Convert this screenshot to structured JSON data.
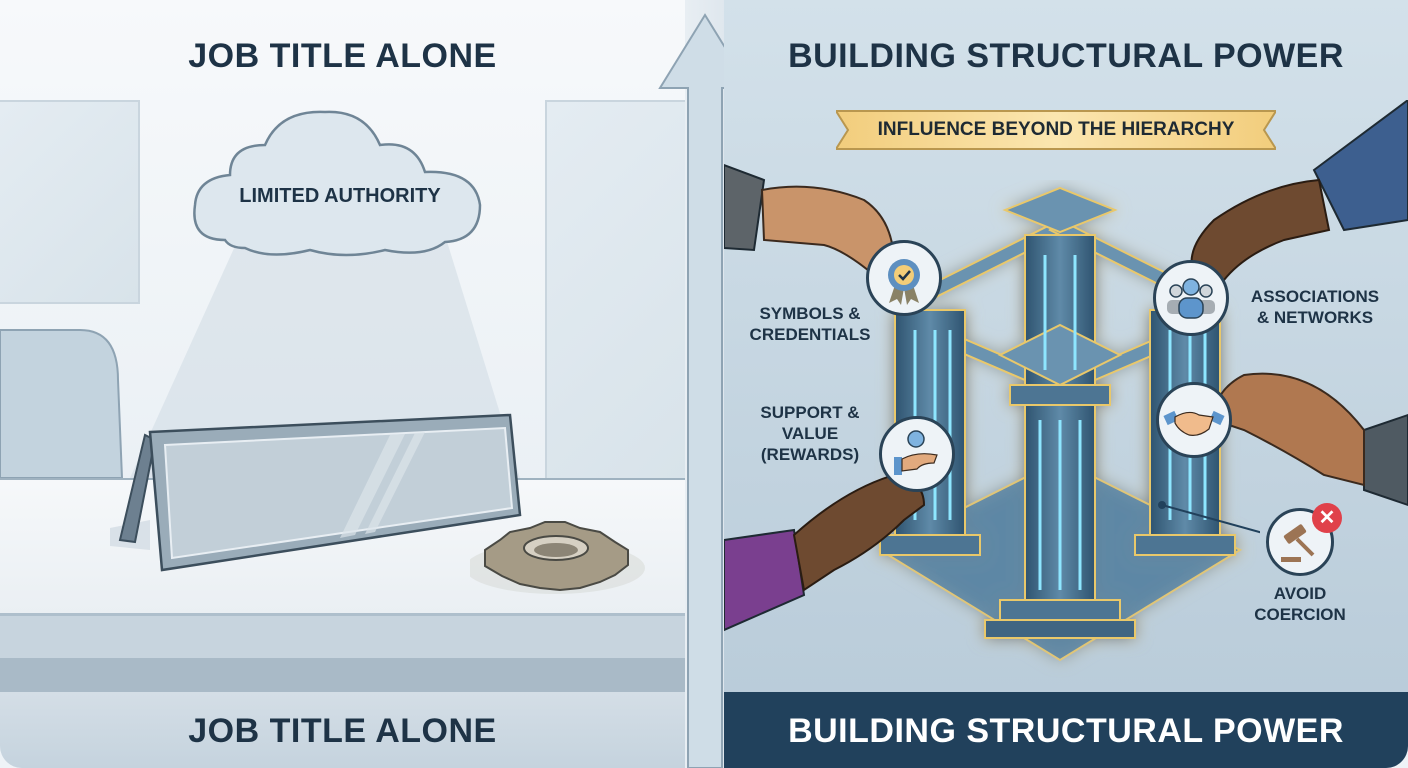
{
  "left_panel": {
    "title": "JOB TITLE ALONE",
    "cloud_label": "LIMITED AUTHORITY",
    "footer_label": "JOB TITLE ALONE",
    "objects": [
      "empty-name-plate",
      "dusty-gear"
    ]
  },
  "divider": {
    "icon": "up-arrow-icon"
  },
  "right_panel": {
    "title": "BUILDING STRUCTURAL POWER",
    "banner": "INFLUENCE BEYOND THE HIERARCHY",
    "pillars": [
      {
        "label": "SYMBOLS & CREDENTIALS",
        "icon": "ribbon-badge-icon"
      },
      {
        "label": "ASSOCIATIONS & NETWORKS",
        "icon": "people-group-icon"
      },
      {
        "label": "SUPPORT & VALUE (REWARDS)",
        "icon": "hand-giving-icon"
      },
      {
        "label_lines": [
          "SUPPORT &",
          "VALUE",
          "(REWARDS)"
        ]
      },
      {
        "icon": "handshake-icon"
      }
    ],
    "labels": {
      "symbols": [
        "SYMBOLS &",
        "CREDENTIALS"
      ],
      "associations": [
        "ASSOCIATIONS",
        "& NETWORKS"
      ],
      "support": [
        "SUPPORT &",
        "VALUE",
        "(REWARDS)"
      ],
      "avoid": [
        "AVOID",
        "COERCION"
      ]
    },
    "footer_label": "BUILDING STRUCTURAL POWER"
  },
  "colors": {
    "title_text": "#1e3346",
    "footer_right_bg": "#21415c",
    "banner_gold": "#f5d58a",
    "pillar_glow": "#7fd8f0",
    "pillar_outline": "#e9c86a",
    "avoid_badge": "#e0414a"
  }
}
